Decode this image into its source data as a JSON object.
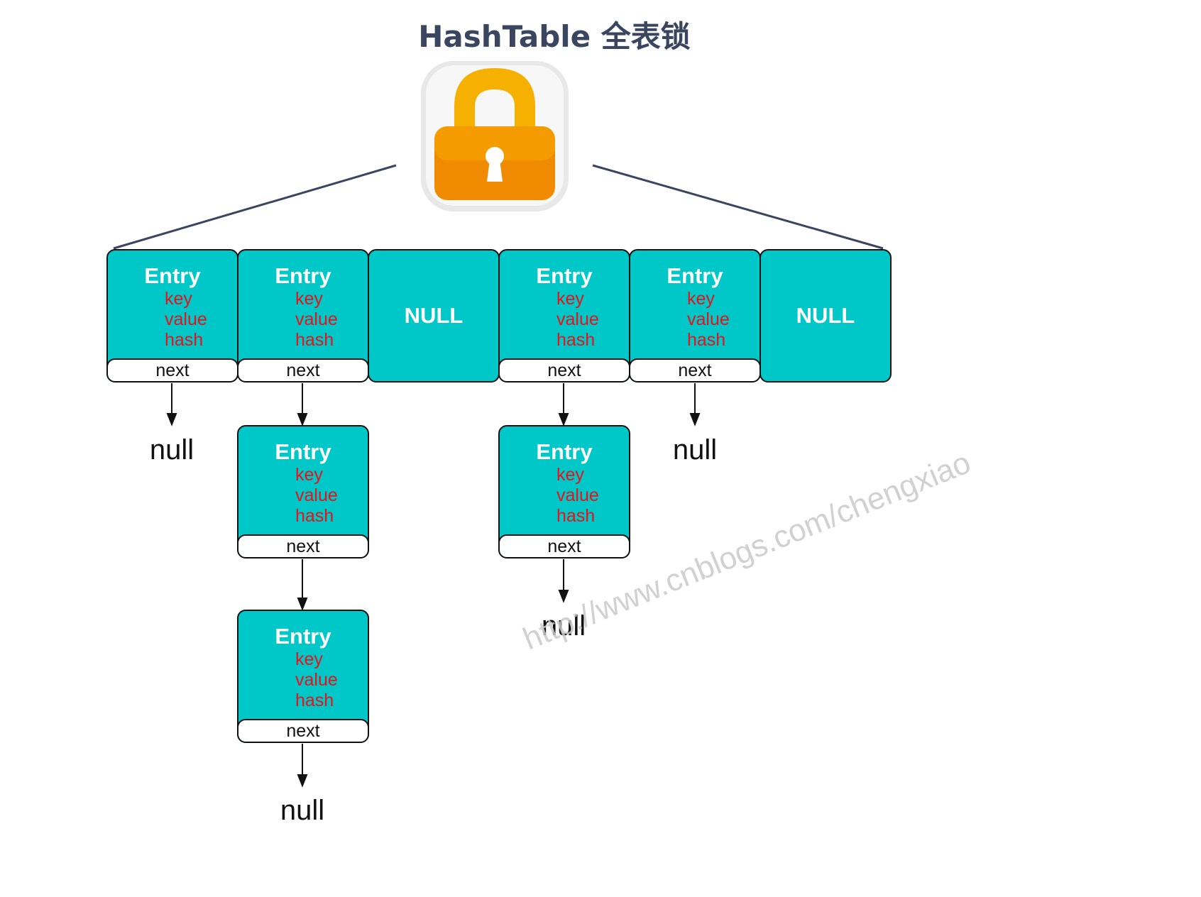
{
  "title": "HashTable 全表锁",
  "icons": {
    "lock": "padlock-icon"
  },
  "labels": {
    "entry": "Entry",
    "key": "key",
    "value": "value",
    "hash": "hash",
    "next": "next",
    "null_bucket": "NULL",
    "null_terminal": "null"
  },
  "buckets": [
    {
      "type": "entry"
    },
    {
      "type": "entry"
    },
    {
      "type": "null"
    },
    {
      "type": "entry"
    },
    {
      "type": "entry"
    },
    {
      "type": "null"
    }
  ],
  "chains": {
    "bucket_1": [
      "null"
    ],
    "bucket_2": [
      "entry",
      "entry",
      "null"
    ],
    "bucket_4": [
      "entry",
      "null"
    ],
    "bucket_5": [
      "null"
    ]
  },
  "watermark": "http://www.cnblogs.com/chengxiao",
  "colors": {
    "title": "#3a4560",
    "entry_fill": "#00c8c9",
    "field_text": "#e3141b",
    "lock_body": "#f29a05",
    "connector": "#3a4560"
  }
}
